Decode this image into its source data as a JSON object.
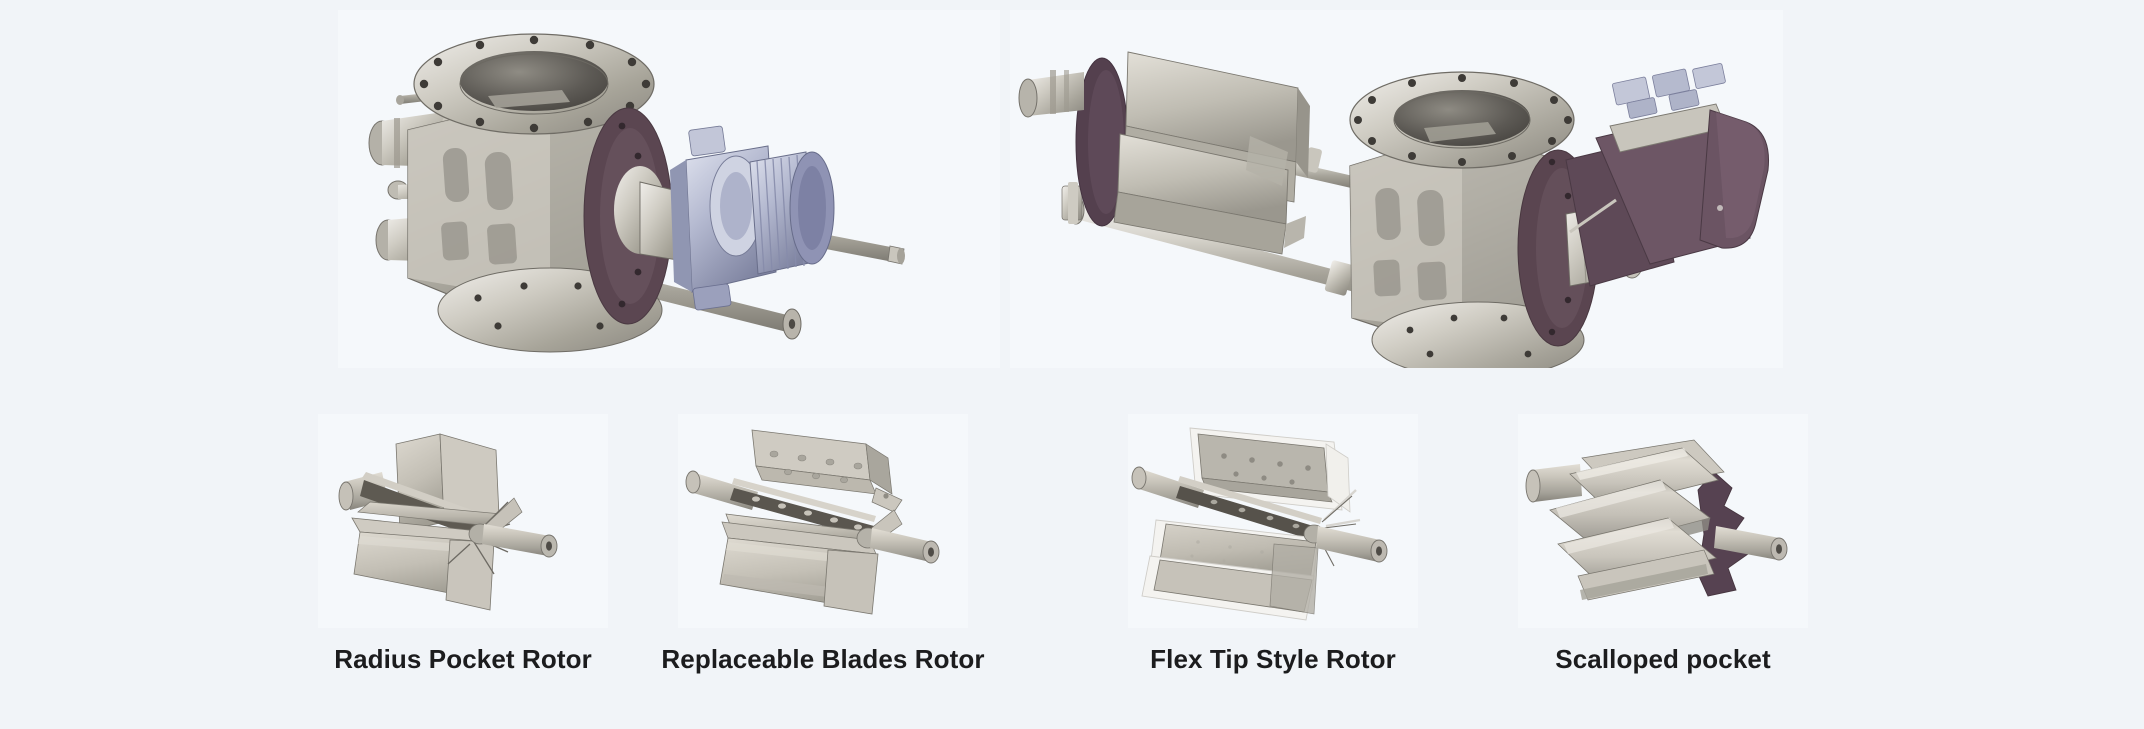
{
  "page": {
    "background_color": "#f1f4f8",
    "panel_color": "#f5f8fb",
    "label_color": "#1c1c1e",
    "metal_light": "#d8d5cc",
    "metal_mid": "#b6b2a6",
    "metal_dark": "#8d8a80",
    "cavity_color": "#55404f",
    "motor_color": "#b9bdd2"
  },
  "hero": {
    "items": [
      {
        "name": "rotary-airlock-valve-with-drive",
        "alt": "Rotary airlock valve assembly with gearmotor drive and shaft rails"
      },
      {
        "name": "rotary-airlock-valve-rotor-withdrawn",
        "alt": "Rotary airlock valve with rotor withdrawn on rail extraction system"
      }
    ]
  },
  "rotors": {
    "items": [
      {
        "label": "Radius Pocket Rotor",
        "art": "radius-pocket-rotor"
      },
      {
        "label": "Replaceable Blades Rotor",
        "art": "replaceable-blades-rotor"
      },
      {
        "label": "Flex Tip Style Rotor",
        "art": "flex-tip-style-rotor"
      },
      {
        "label": "Scalloped pocket",
        "art": "scalloped-pocket-rotor"
      }
    ]
  }
}
